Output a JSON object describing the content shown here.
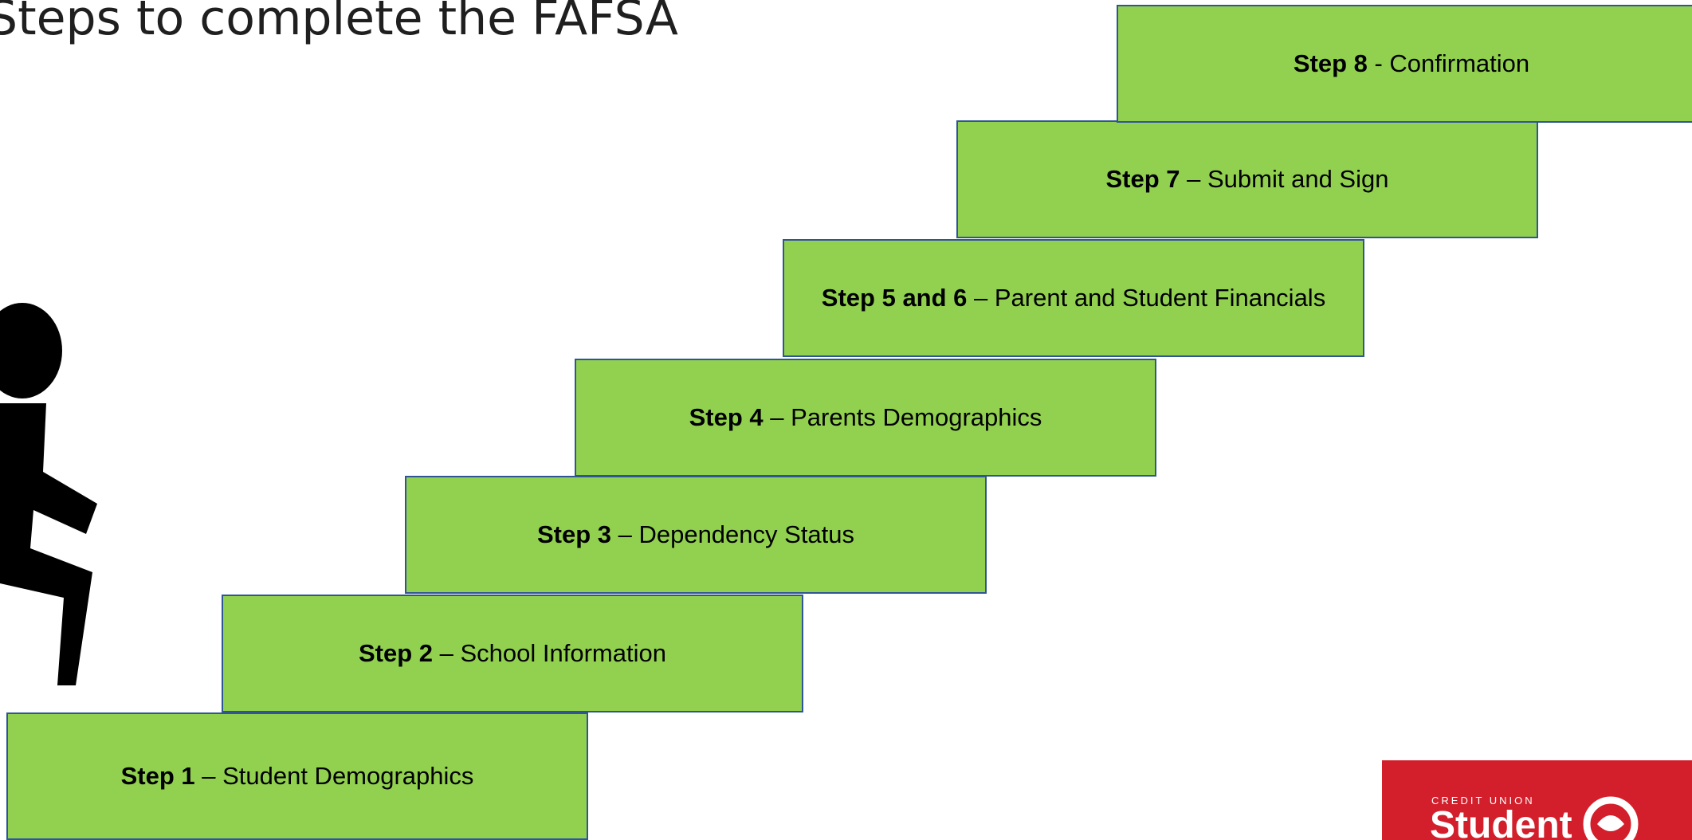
{
  "title": "Steps to complete the FAFSA",
  "steps": [
    {
      "bold": "Step 1",
      "sep": " – ",
      "text": "Student Demographics"
    },
    {
      "bold": "Step 2",
      "sep": " – ",
      "text": "School Information"
    },
    {
      "bold": "Step 3",
      "sep": " – ",
      "text": "Dependency Status"
    },
    {
      "bold": "Step 4",
      "sep": " – ",
      "text": "Parents Demographics"
    },
    {
      "bold": "Step 5 and 6",
      "sep": " – ",
      "text": "Parent and Student Financials"
    },
    {
      "bold": "Step 7",
      "sep": " – ",
      "text": "Submit and Sign"
    },
    {
      "bold": "Step 8",
      "sep": " - ",
      "text": "Confirmation"
    }
  ],
  "logo": {
    "small": "CREDIT UNION",
    "large": "Student"
  },
  "colors": {
    "step_fill": "#92d050",
    "step_border": "#2f5597",
    "logo_red": "#d21f2b"
  },
  "icons": {
    "climber": "person-climbing-stairs-icon"
  }
}
